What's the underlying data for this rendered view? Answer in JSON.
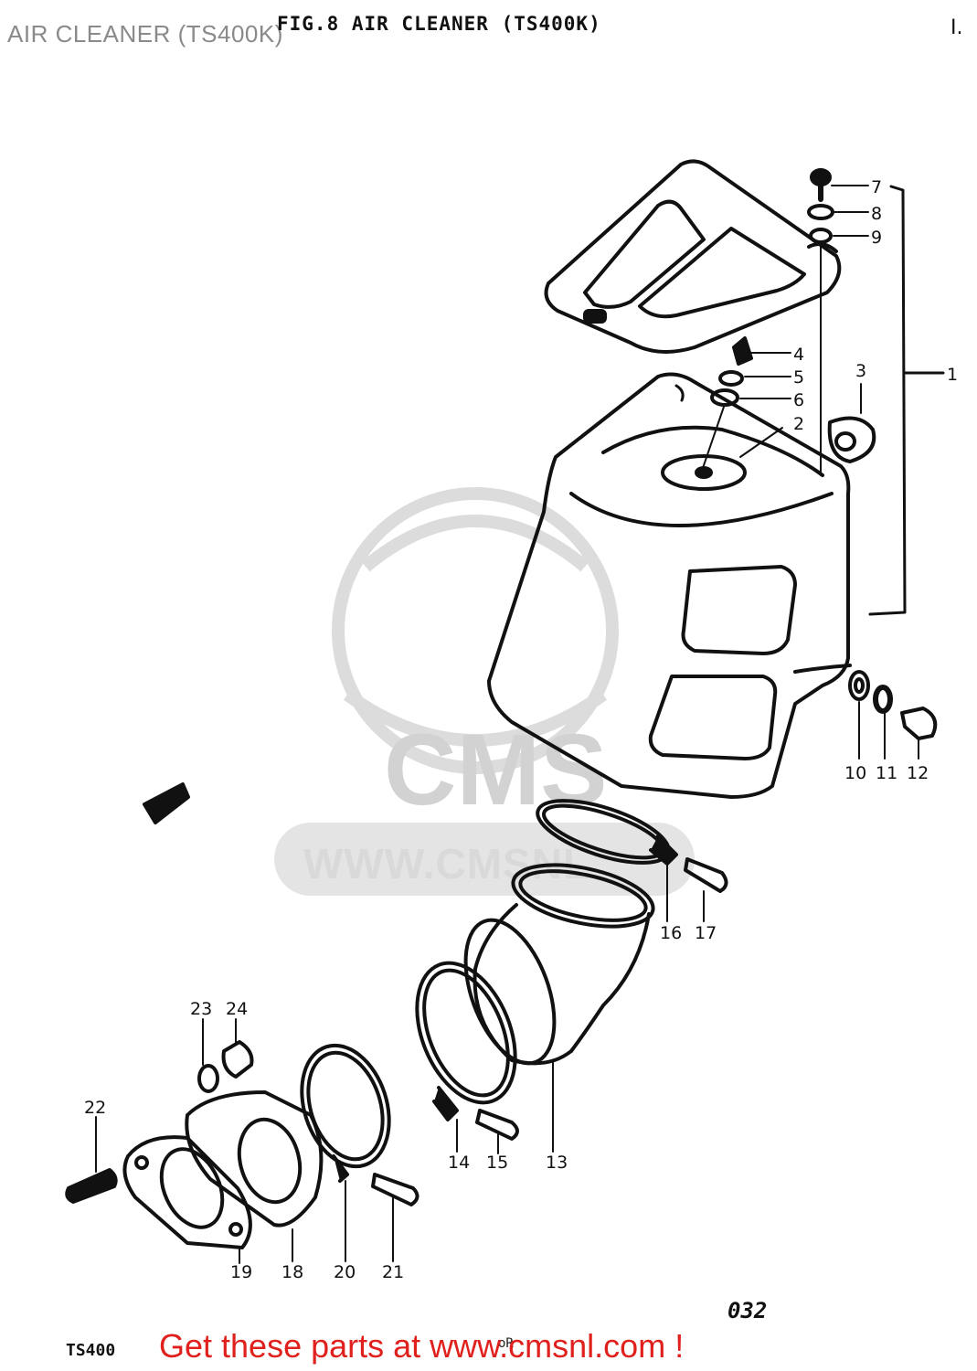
{
  "header": {
    "page_title": "AIR CLEANER (TS400K)",
    "figure_title": "FIG.8  AIR CLEANER (TS400K)",
    "corner_mark": "I."
  },
  "footer": {
    "model": "TS400",
    "page_number": "032",
    "cta_text": "Get these parts at www.cmsnl.com !",
    "cta_mark": "oR"
  },
  "watermark": {
    "text": "WWW.CMSNL"
  },
  "callouts": {
    "c1": "1",
    "c2": "2",
    "c3": "3",
    "c4": "4",
    "c5": "5",
    "c6": "6",
    "c7": "7",
    "c8": "8",
    "c9": "9",
    "c10": "10",
    "c11": "11",
    "c12": "12",
    "c13": "13",
    "c14": "14",
    "c15": "15",
    "c16": "16",
    "c17": "17",
    "c18": "18",
    "c19": "19",
    "c20": "20",
    "c21": "21",
    "c22": "22",
    "c23": "23",
    "c24": "24"
  },
  "colors": {
    "ink": "#111111",
    "watermark": "#d9d9d9",
    "cta": "#e0201c",
    "title_gray": "#8a8a8a"
  }
}
